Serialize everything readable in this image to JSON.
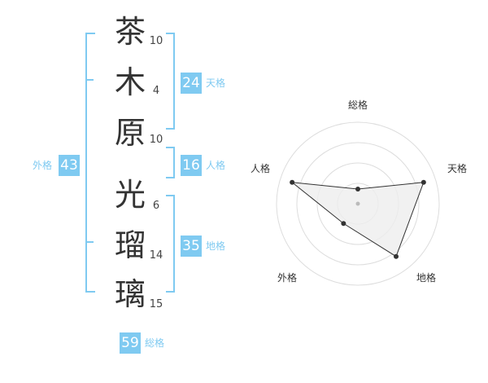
{
  "name": {
    "characters": [
      {
        "char": "茶",
        "strokes": "10"
      },
      {
        "char": "木",
        "strokes": "4"
      },
      {
        "char": "原",
        "strokes": "10"
      },
      {
        "char": "光",
        "strokes": "6"
      },
      {
        "char": "瑠",
        "strokes": "14"
      },
      {
        "char": "璃",
        "strokes": "15"
      }
    ]
  },
  "fortunes": {
    "tenkaku": {
      "value": "24",
      "label": "天格"
    },
    "jinkaku": {
      "value": "16",
      "label": "人格"
    },
    "chikaku": {
      "value": "35",
      "label": "地格"
    },
    "gaikaku": {
      "value": "43",
      "label": "外格"
    },
    "soukaku": {
      "value": "59",
      "label": "総格"
    }
  },
  "colors": {
    "accent": "#7fcaf1",
    "text": "#333333",
    "radar_fill": "#eeeeee",
    "grid": "#dddddd"
  },
  "chart_data": {
    "type": "radar",
    "axes": [
      "総格",
      "天格",
      "地格",
      "外格",
      "人格"
    ],
    "values": [
      0.18,
      0.85,
      0.8,
      0.3,
      0.85
    ],
    "scale_max": 1,
    "rings": 4
  }
}
